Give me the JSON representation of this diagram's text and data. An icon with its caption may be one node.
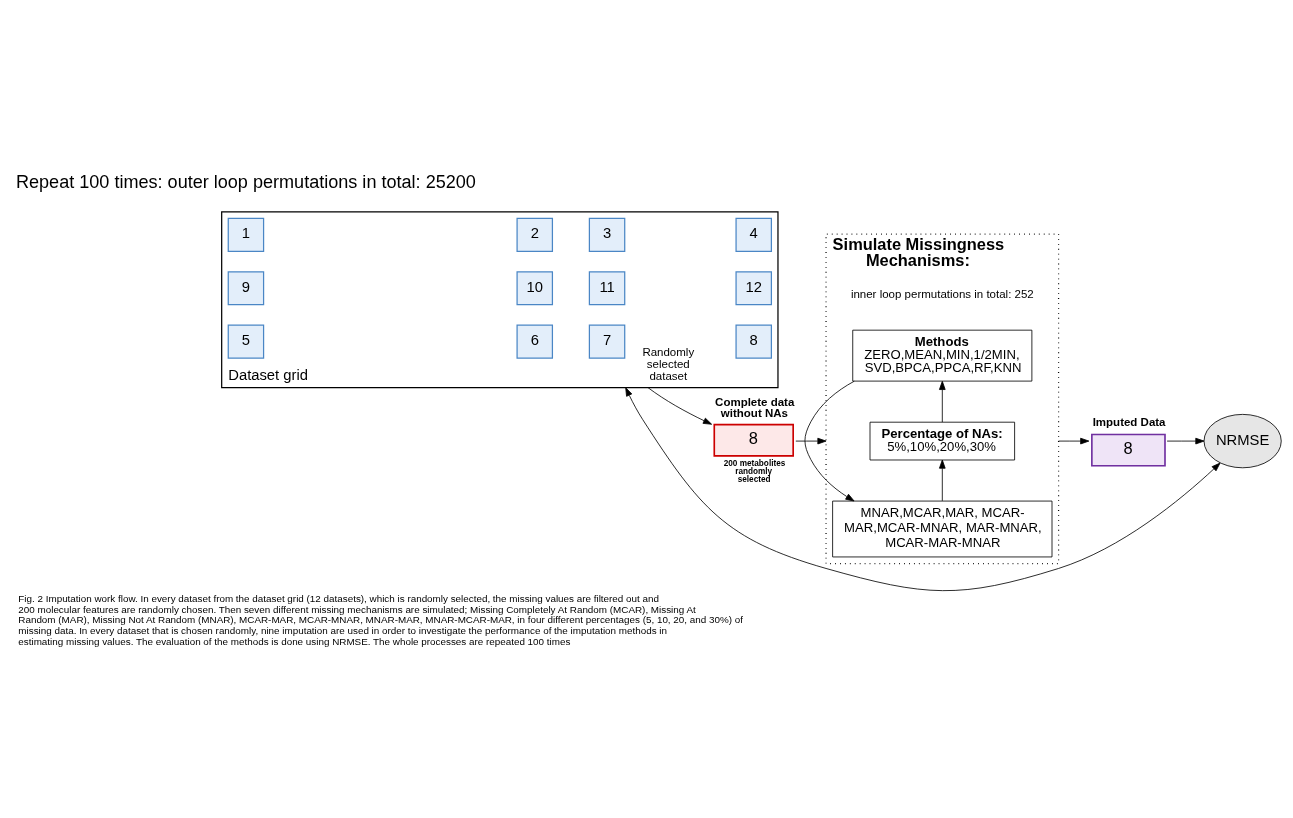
{
  "diagram": {
    "caption": "Fig. 2 Imputation work flow. In every dataset from the dataset grid (12 datasets), which is randomly selected, the missing values are filtered out and 200 molecular features are randomly chosen. Then seven different missing mechanisms are simulated; Missing Completely At Random (MCAR), Missing At Random (MAR), Missing Not At Random (MNAR), MCAR-MAR, MCAR-MNAR, MNAR-MAR, MNAR-MCAR-MAR, in four different percentages (5, 10, 20, and 30%) of missing data. In every dataset that is chosen randomly, nine imputation are used in order to investigate the performance of the imputation methods in estimating missing values. The evaluation of the methods is done using NRMSE. The whole processes are repeated 100 times",
    "nodes": [
      {
        "text": [
          "Dataset grid"
        ]
      },
      {
        "text": [
          "1"
        ],
        "in": 0
      },
      {
        "text": [
          "2"
        ],
        "in": 0
      },
      {
        "text": [
          "3"
        ],
        "in": 0
      },
      {
        "text": [
          "4"
        ],
        "in": 0
      },
      {
        "text": [
          "5"
        ],
        "in": 0
      },
      {
        "text": [
          "6"
        ],
        "in": 0
      },
      {
        "text": [
          "7"
        ],
        "in": 0
      },
      {
        "text": [
          "8"
        ],
        "in": 0
      },
      {
        "text": [
          "9"
        ],
        "in": 0
      },
      {
        "text": [
          "10"
        ],
        "in": 0
      },
      {
        "text": [
          "11"
        ],
        "in": 0
      },
      {
        "text": [
          "12"
        ],
        "in": 0
      },
      {
        "text": [
          "Complete data without NAs",
          "8"
        ],
        "beside": [
          "200 metabolites randomly selected"
        ]
      },
      {
        "text": [
          "Simulate Missingness Mechanisms:",
          "inner loop permutations in total: 252"
        ]
      },
      {
        "text": [
          "MNAR,MCAR,MAR, MCAR-MAR,MCAR-MNAR, MAR-MNAR, MCAR-MAR-MNAR"
        ],
        "in": 14
      },
      {
        "text": [
          "Percentage of NAs:",
          "5%,10%,20%,30%"
        ],
        "in": 14
      },
      {
        "text": [
          "Methods",
          "ZERO,MEAN,MIN,1/2MIN, SVD,BPCA,PPCA,RF,KNN"
        ],
        "in": 14
      },
      {
        "text": [
          "Imputed Data",
          "8"
        ]
      },
      {
        "text": [
          "NRMSE"
        ]
      }
    ],
    "edges": [
      {
        "from": 0,
        "to": 13,
        "label": "Randomly selected dataset",
        "arrow": "to"
      },
      {
        "from": 13,
        "to": 14,
        "arrow": "to"
      },
      {
        "from": 15,
        "to": 16,
        "arrow": "to"
      },
      {
        "from": 16,
        "to": 17,
        "arrow": "to"
      },
      {
        "from": 17,
        "to": 15,
        "arrow": "to"
      },
      {
        "from": 14,
        "to": 18,
        "arrow": "to"
      },
      {
        "from": 18,
        "to": 19,
        "arrow": "to"
      },
      {
        "from": 19,
        "to": 0,
        "arrow": "both"
      }
    ],
    "labels": [
      "Repeat 100 times: outer loop permutations in total: 25200"
    ]
  }
}
